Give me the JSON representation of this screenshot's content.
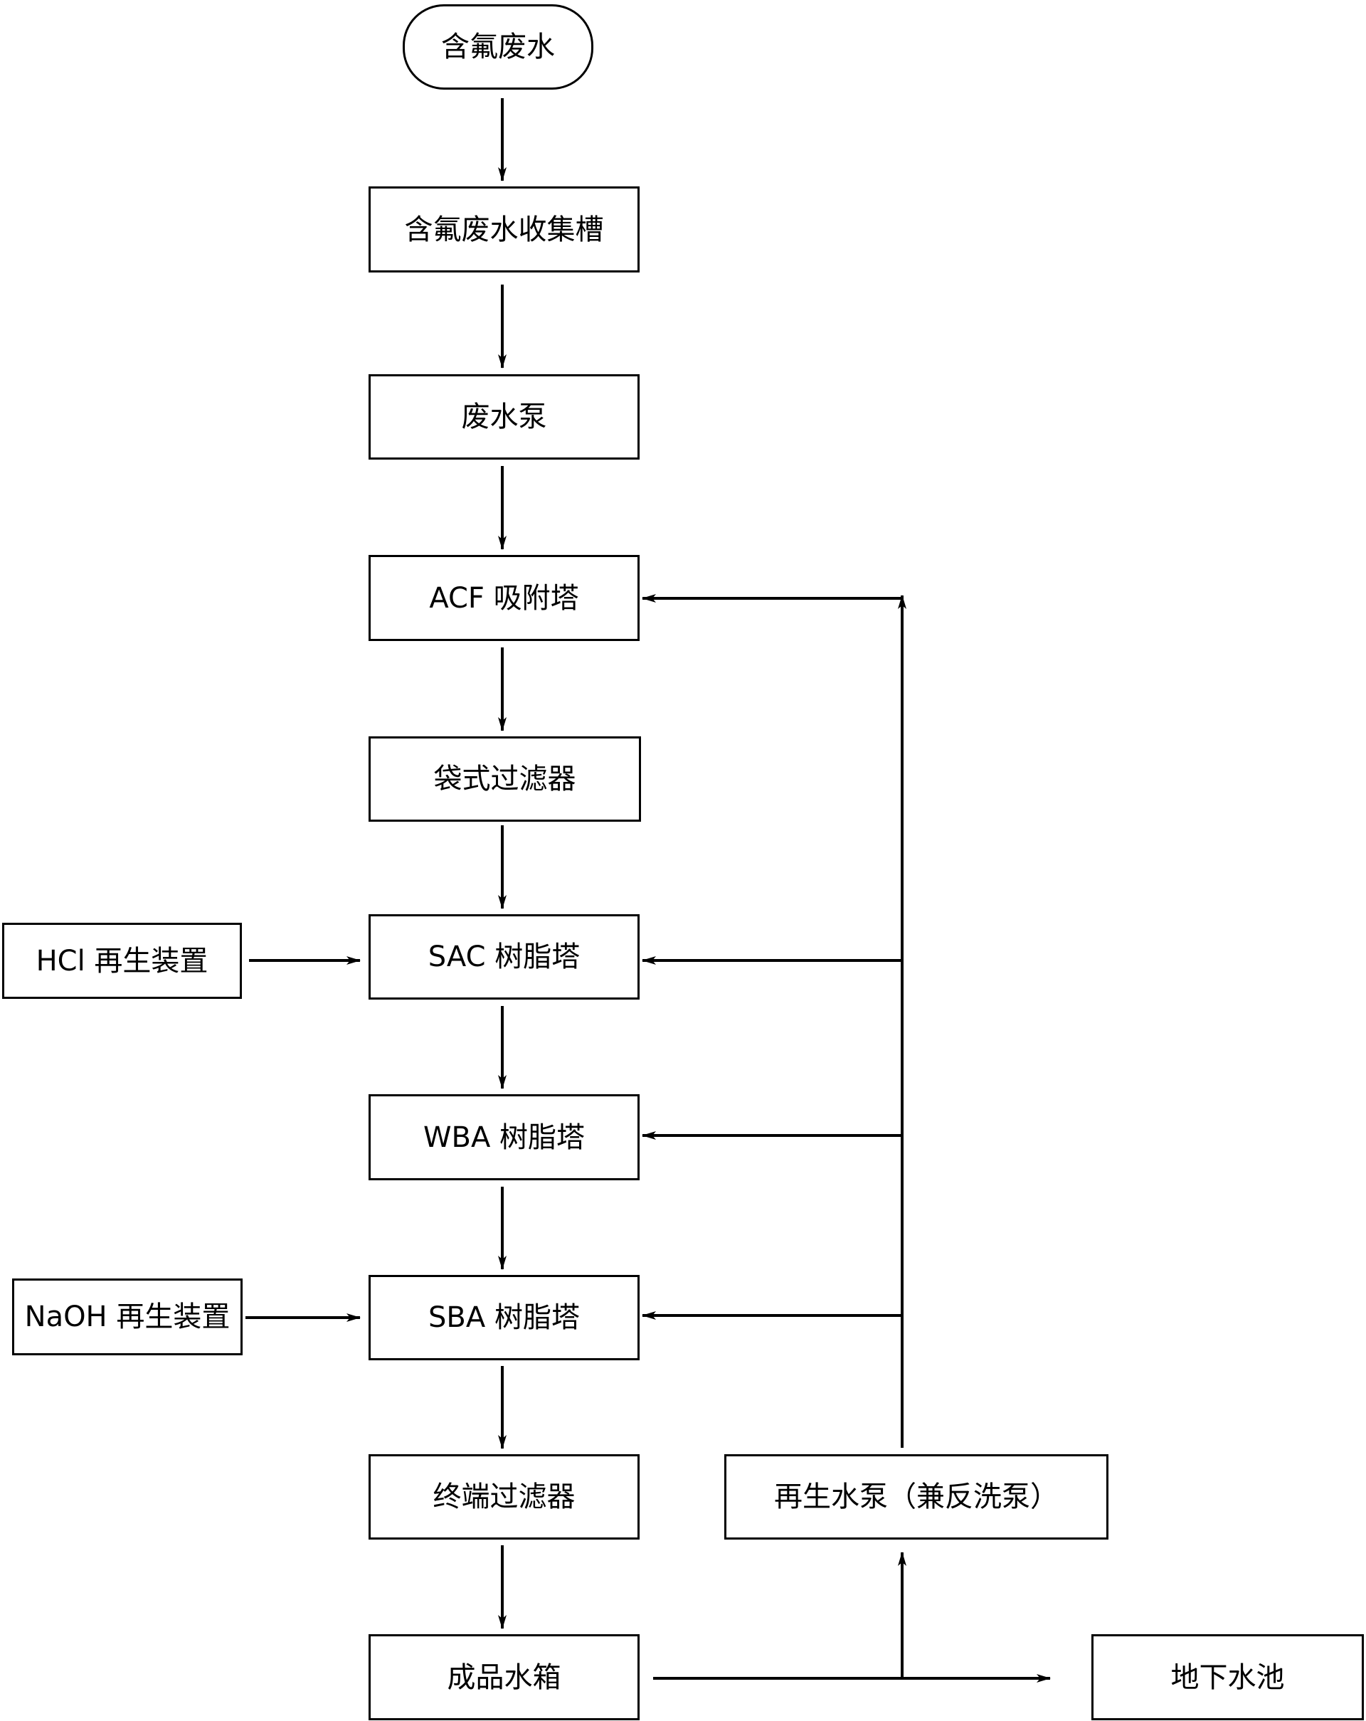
{
  "nodes": {
    "start": "含氟废水",
    "collection_tank": "含氟废水收集槽",
    "wastewater_pump": "废水泵",
    "acf_tower": "ACF 吸附塔",
    "bag_filter": "袋式过滤器",
    "hcl_regen": "HCl 再生装置",
    "sac_tower": "SAC 树脂塔",
    "wba_tower": "WBA 树脂塔",
    "naoh_regen": "NaOH 再生装置",
    "sba_tower": "SBA 树脂塔",
    "terminal_filter": "终端过滤器",
    "regen_pump": "再生水泵（兼反洗泵）",
    "product_tank": "成品水箱",
    "underground_pool": "地下水池"
  }
}
